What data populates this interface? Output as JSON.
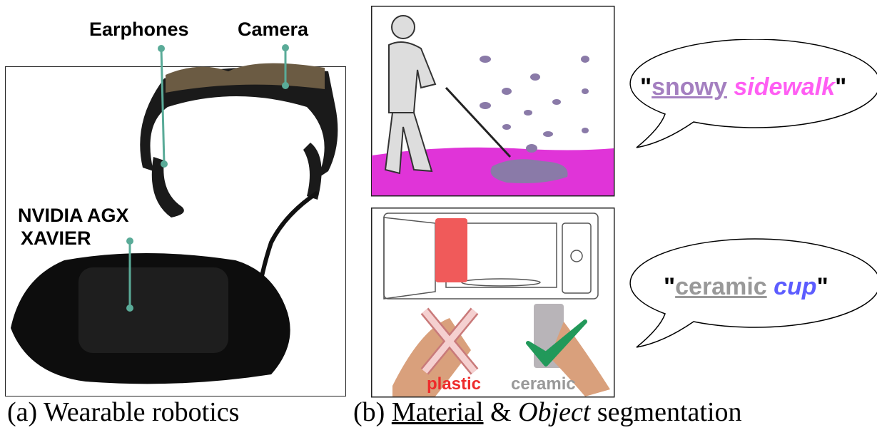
{
  "panel_a": {
    "labels": {
      "earphones": "Earphones",
      "camera": "Camera",
      "compute_line1": "NVIDIA AGX",
      "compute_line2": "XAVIER"
    },
    "caption": "(a) Wearable robotics"
  },
  "panel_b": {
    "scene1_quote": {
      "open": "\"",
      "material": "snowy",
      "object": "sidewalk",
      "close": "\""
    },
    "scene2_quote": {
      "open": "\"",
      "material": "ceramic",
      "object": "cup",
      "close": "\""
    },
    "scene2_labels": {
      "wrong": "plastic",
      "right": "ceramic"
    },
    "caption": {
      "prefix": "(b) ",
      "material": "Material",
      "amp": " & ",
      "object": "Object",
      "suffix": " segmentation"
    }
  },
  "colors": {
    "snowy": "#a47fc0",
    "sidewalk": "#ff5ef3",
    "ceramic": "#999999",
    "cup": "#5c5cff",
    "plastic": "#ee2b2b",
    "ground": "#e034d8",
    "callout": "#5aab98"
  }
}
